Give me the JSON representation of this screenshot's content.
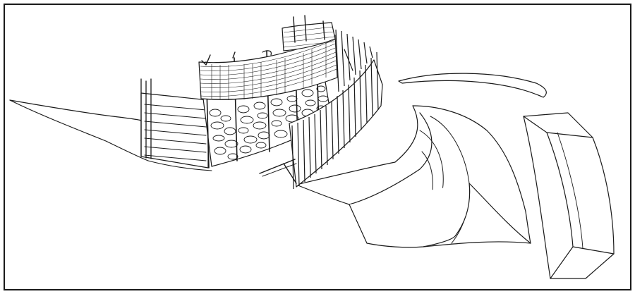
{
  "illustration": {
    "border_color": "#1a1a1a",
    "ink_color": "#1a1a1a",
    "paper_color": "#ffffff",
    "icons": [
      "palisade-fence",
      "wattle-wall",
      "stone-rampart",
      "earth-ditch",
      "earth-bank"
    ]
  }
}
